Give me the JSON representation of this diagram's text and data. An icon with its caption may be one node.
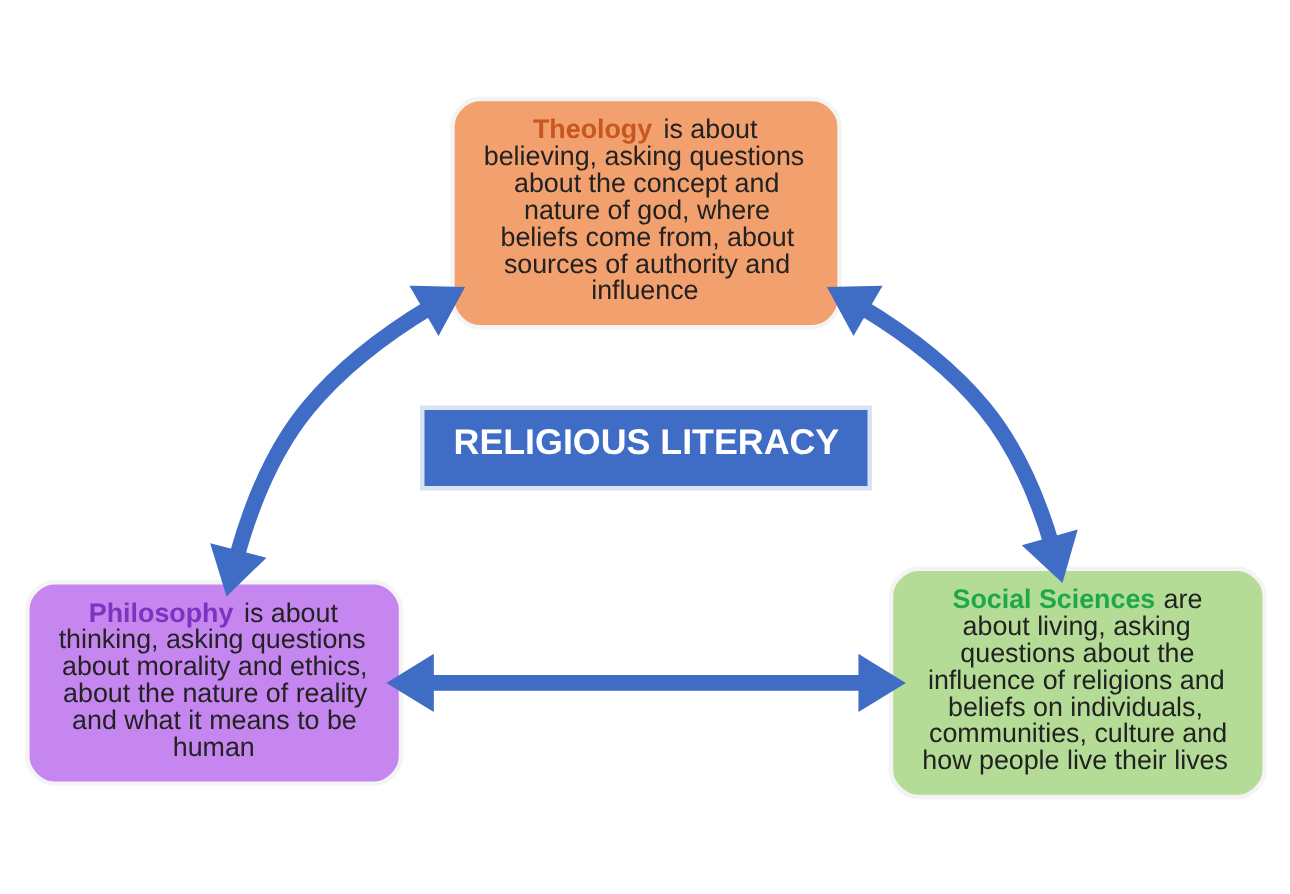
{
  "diagram": {
    "nodes": [
      {
        "text": [
          "**Theology** is about believing, asking questions about the concept and nature of god, where beliefs come from, about sources of authority and influence"
        ]
      },
      {
        "text": [
          "RELIGIOUS LITERACY"
        ]
      },
      {
        "text": [
          "**Philosophy** is about thinking, asking questions about morality and ethics, about the nature of reality and what it means to be human"
        ]
      },
      {
        "text": [
          "**Social Sciences** are about living, asking questions about the influence of religions and beliefs on individuals, communities, culture and how people live their lives"
        ]
      }
    ],
    "edges": [
      {
        "from": 0,
        "to": 2,
        "arrow": "both"
      },
      {
        "from": 0,
        "to": 3,
        "arrow": "both"
      },
      {
        "from": 2,
        "to": 3,
        "arrow": "both"
      }
    ]
  }
}
